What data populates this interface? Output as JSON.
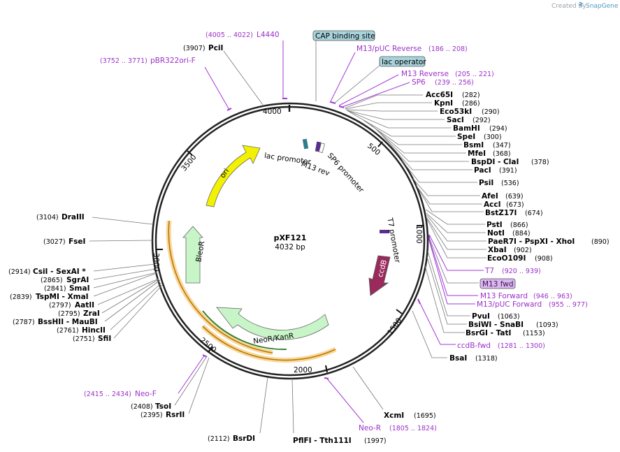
{
  "header": {
    "credit_text": "Created by",
    "brand": "SnapGene"
  },
  "plasmid": {
    "name": "pXF121",
    "size_label": "4032 bp"
  },
  "ruler": [
    "500",
    "1000",
    "1500",
    "2000",
    "2500",
    "3000",
    "3500",
    "4000"
  ],
  "features": {
    "ori": "ori",
    "bleor": "BleoR",
    "neor": "NeoR/KanR",
    "ccdb": "ccdB",
    "lac_promoter": "lac promoter",
    "m13_rev": "M13 rev",
    "sp6_promoter": "SP6 promoter",
    "t7_promoter": "T7 promoter"
  },
  "boxed": {
    "cap": "CAP binding site",
    "lacop": "lac operator",
    "m13fwd": "M13 fwd"
  },
  "primers": {
    "l4440": {
      "name": "L4440",
      "pos": "(4005 .. 4022)"
    },
    "pbr322": {
      "name": "pBR322ori-F",
      "pos": "(3752 .. 3771)"
    },
    "m13puc_rev": {
      "name": "M13/pUC Reverse",
      "pos": "(186 .. 208)"
    },
    "m13_reverse": {
      "name": "M13 Reverse",
      "pos": "(205 .. 221)"
    },
    "sp6": {
      "name": "SP6",
      "pos": "(239 .. 256)"
    },
    "t7": {
      "name": "T7",
      "pos": "(920 .. 939)"
    },
    "m13_forward": {
      "name": "M13 Forward",
      "pos": "(946 .. 963)"
    },
    "m13puc_fwd": {
      "name": "M13/pUC Forward",
      "pos": "(955 .. 977)"
    },
    "ccdb_fwd": {
      "name": "ccdB-fwd",
      "pos": "(1281 .. 1300)"
    },
    "neo_r": {
      "name": "Neo-R",
      "pos": "(1805 .. 1824)"
    },
    "neo_f": {
      "name": "Neo-F",
      "pos": "(2415 .. 2434)"
    }
  },
  "right_sites": [
    {
      "name": "Acc65I",
      "pos": "(282)"
    },
    {
      "name": "KpnI",
      "pos": "(286)"
    },
    {
      "name": "Eco53kI",
      "pos": "(290)"
    },
    {
      "name": "SacI",
      "pos": "(292)"
    },
    {
      "name": "BamHI",
      "pos": "(294)"
    },
    {
      "name": "SpeI",
      "pos": "(300)"
    },
    {
      "name": "BsmI",
      "pos": "(347)"
    },
    {
      "name": "MfeI",
      "pos": "(368)"
    },
    {
      "name": "BspDI - ClaI",
      "pos": "(378)"
    },
    {
      "name": "PacI",
      "pos": "(391)"
    },
    {
      "name": "PsiI",
      "pos": "(536)"
    },
    {
      "name": "AfeI",
      "pos": "(639)"
    },
    {
      "name": "AccI",
      "pos": "(673)"
    },
    {
      "name": "BstZ17I",
      "pos": "(674)"
    },
    {
      "name": "PstI",
      "pos": "(866)"
    },
    {
      "name": "NotI",
      "pos": "(884)"
    },
    {
      "name": "PaeR7I - PspXI - XhoI",
      "pos": "(890)"
    },
    {
      "name": "XbaI",
      "pos": "(902)"
    },
    {
      "name": "EcoO109I",
      "pos": "(908)"
    },
    {
      "name": "PvuI",
      "pos": "(1063)"
    },
    {
      "name": "BsiWI - SnaBI",
      "pos": "(1093)"
    },
    {
      "name": "BsrGI - TatI",
      "pos": "(1153)"
    },
    {
      "name": "BsaI",
      "pos": "(1318)"
    }
  ],
  "left_sites": [
    {
      "name": "DraIII",
      "pos": "(3104)"
    },
    {
      "name": "FseI",
      "pos": "(3027)"
    },
    {
      "name": "CsiI - SexAI *",
      "pos": "(2914)"
    },
    {
      "name": "SgrAI",
      "pos": "(2865)"
    },
    {
      "name": "SmaI",
      "pos": "(2841)"
    },
    {
      "name": "TspMI - XmaI",
      "pos": "(2839)"
    },
    {
      "name": "AatII",
      "pos": "(2797)"
    },
    {
      "name": "ZraI",
      "pos": "(2795)"
    },
    {
      "name": "BssHII - MauBI",
      "pos": "(2787)"
    },
    {
      "name": "HincII",
      "pos": "(2761)"
    },
    {
      "name": "SfiI",
      "pos": "(2751)"
    }
  ],
  "top_sites": [
    {
      "name": "PciI",
      "pos": "(3907)"
    }
  ],
  "bottom_sites": [
    {
      "name": "TsoI",
      "pos": "(2408)"
    },
    {
      "name": "RsrII",
      "pos": "(2395)"
    },
    {
      "name": "BsrDI",
      "pos": "(2112)"
    },
    {
      "name": "PflFI - Tth111I",
      "pos": "(1997)"
    },
    {
      "name": "XcmI",
      "pos": "(1695)"
    }
  ],
  "colors": {
    "backbone": "#222222",
    "ori": "#f2f200",
    "resistance": "#c8f5c8",
    "ccdb": "#9a2a5c",
    "primer": "#a23ad6",
    "orange_glow": "#f5a623",
    "box_fill": "#a8d3dc"
  }
}
